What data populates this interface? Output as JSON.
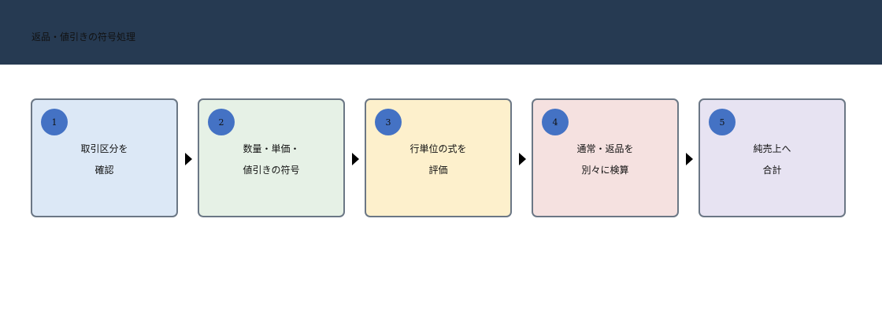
{
  "header": {
    "title": "返品・値引きの符号処理"
  },
  "steps": [
    {
      "number": "1",
      "line1": "取引区分を",
      "line2": "確認",
      "color": "#dce8f6"
    },
    {
      "number": "2",
      "line1": "数量・単価・",
      "line2": "値引きの符号",
      "color": "#e6f1e6"
    },
    {
      "number": "3",
      "line1": "行単位の式を",
      "line2": "評価",
      "color": "#fdf0cc"
    },
    {
      "number": "4",
      "line1": "通常・返品を",
      "line2": "別々に検算",
      "color": "#f5e1e0"
    },
    {
      "number": "5",
      "line1": "純売上へ",
      "line2": "合計",
      "color": "#e7e3f2"
    }
  ],
  "colors": {
    "header_bg": "#263a52",
    "badge": "#4472c4",
    "border": "#6b7785"
  }
}
